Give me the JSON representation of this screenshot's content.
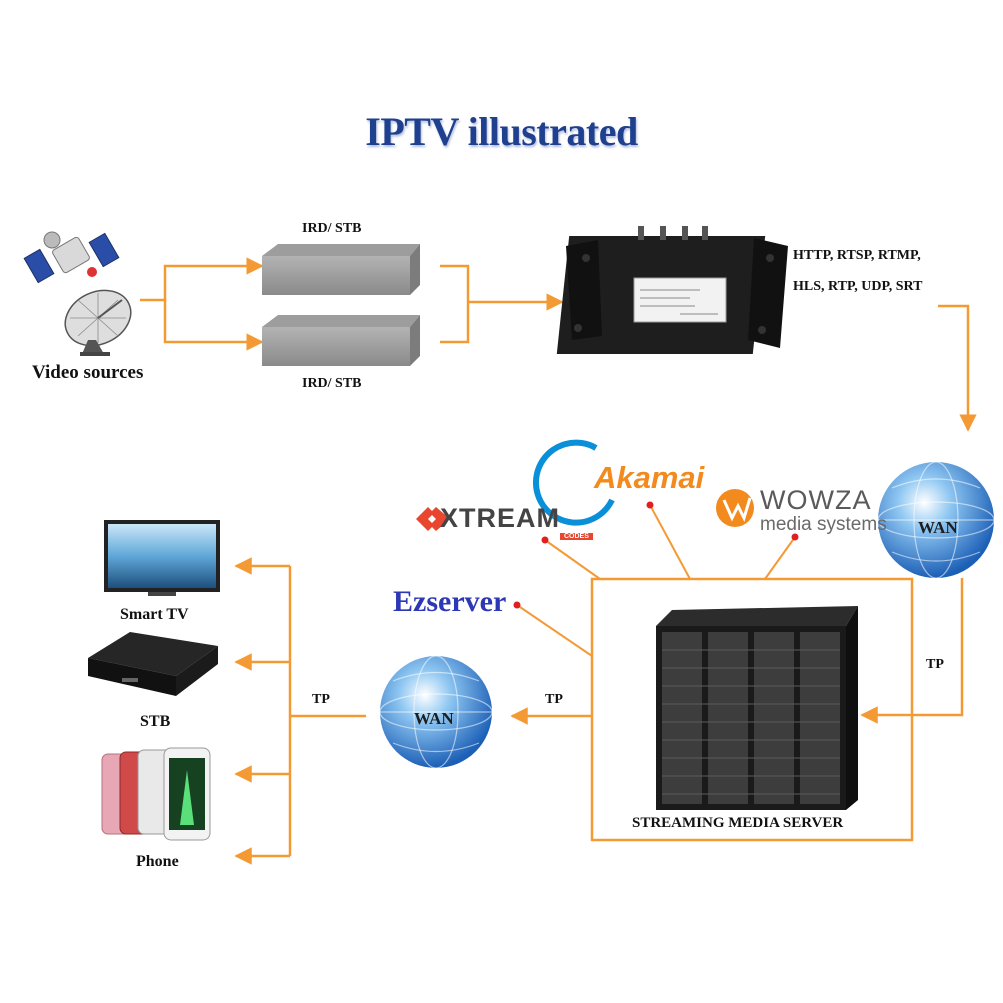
{
  "title": "IPTV illustrated",
  "labels": {
    "video_sources": "Video sources",
    "ird_stb_top": "IRD/ STB",
    "ird_stb_bottom": "IRD/ STB",
    "protocols_line1": "HTTP, RTSP, RTMP,",
    "protocols_line2": "HLS, RTP, UDP, SRT",
    "wan_right": "WAN",
    "wan_left": "WAN",
    "tp_right": "TP",
    "tp_middle": "TP",
    "tp_left": "TP",
    "streaming_server": "STREAMING MEDIA SERVER",
    "smart_tv": "Smart TV",
    "stb": "STB",
    "phone": "Phone"
  },
  "logos": {
    "akamai": "Akamai",
    "wowza": "WOWZA",
    "wowza_sub": "media systems",
    "xtream": "XTREAM",
    "xtream_sub": "CODES",
    "ezserver": "Ezserver"
  },
  "colors": {
    "arrow": "#f39a35",
    "title": "#1f3f8f",
    "leader_dot": "#e02020"
  }
}
